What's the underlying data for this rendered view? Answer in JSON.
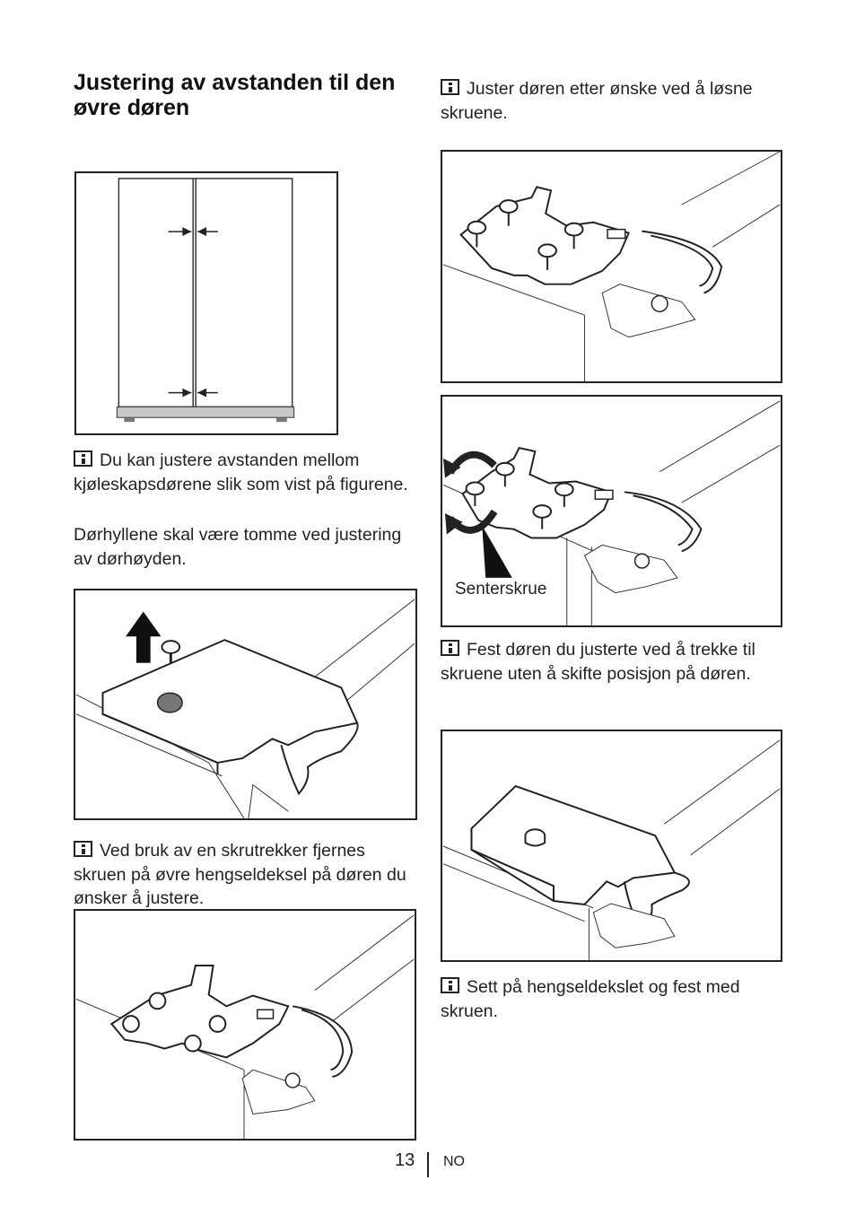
{
  "heading": "Justering av avstanden til den øvre døren",
  "notes": {
    "note1": "Du kan justere avstanden mellom kjøleskapsdørene slik som vist på figurene.",
    "note1b": "Dørhyllene skal være tomme ved justering av dørhøyden.",
    "note2": "Ved bruk av en skrutrekker fjernes skruen på øvre hengseldeksel på døren du ønsker å justere.",
    "note3": "Juster døren etter ønske ved å løsne skruene.",
    "note4": "Fest døren du justerte ved å trekke til skruene uten å skifte posisjon på døren.",
    "note5": "Sett på hengseldekslet og fest med skruen."
  },
  "figure_labels": {
    "center_screw": "Senterskrue"
  },
  "icons": [
    "info-icon"
  ],
  "footer": {
    "page_number": "13",
    "language": "NO"
  }
}
